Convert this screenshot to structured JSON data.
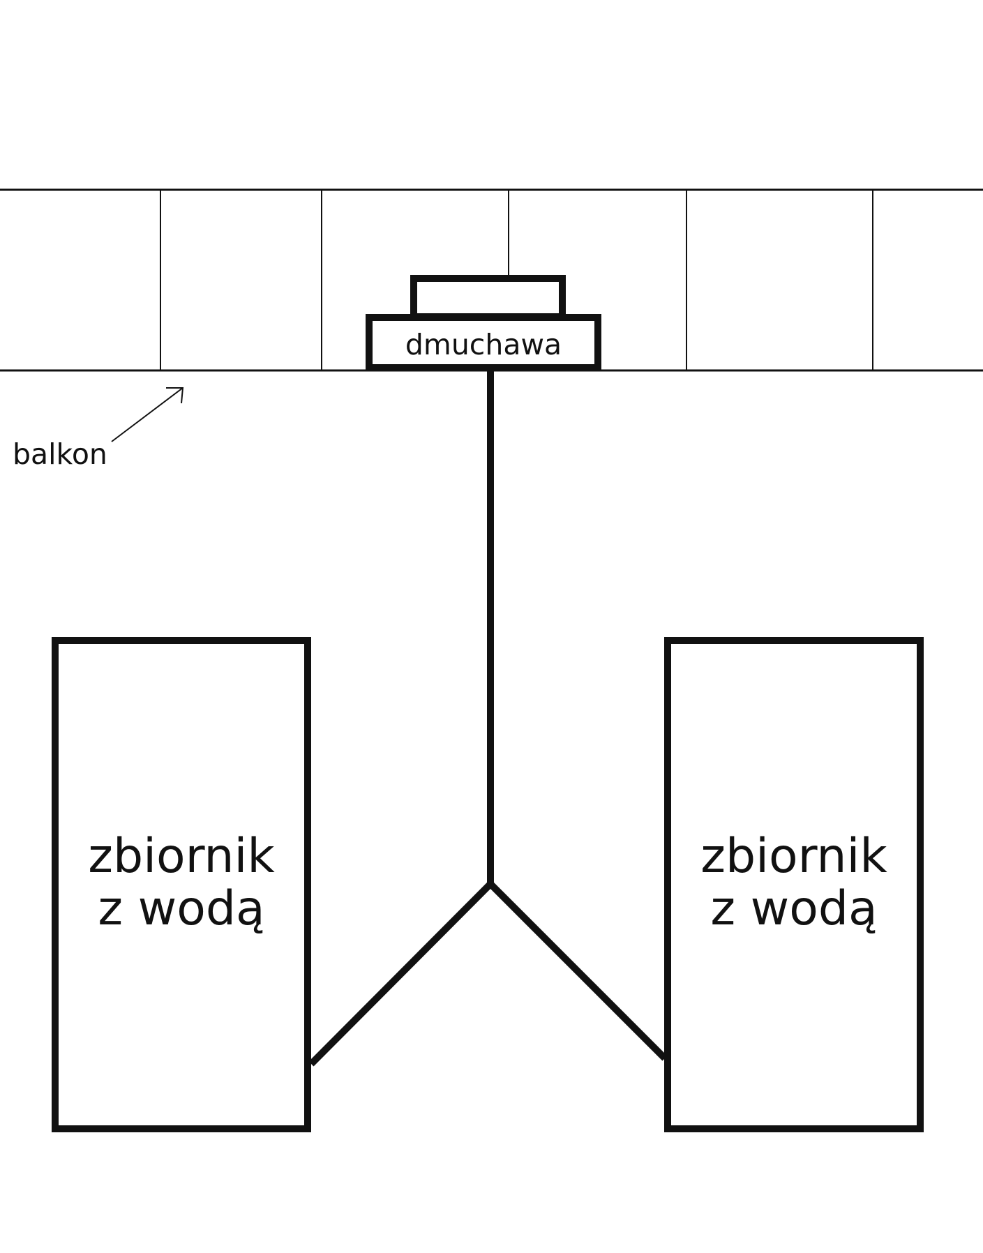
{
  "labels": {
    "blower": "dmuchawa",
    "balcony": "balkon",
    "tank_left_line1": "zbiornik",
    "tank_left_line2": "z wodą",
    "tank_right_line1": "zbiornik",
    "tank_right_line2": "z wodą"
  },
  "colors": {
    "stroke": "#111111",
    "background": "#ffffff"
  }
}
